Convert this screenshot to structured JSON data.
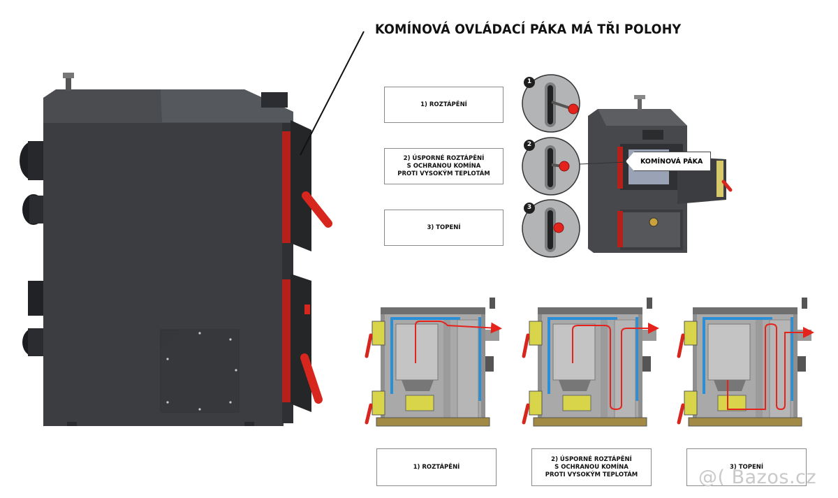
{
  "title": "KOMÍNOVÁ OVLÁDACÍ PÁKA MÁ TŘI POLOHY",
  "positions": [
    {
      "number": "1",
      "label": "1) ROZTÁPĚNÍ"
    },
    {
      "number": "2",
      "label": "2) ÚSPORNÉ ROZTÁPĚNÍ\nS OCHRANOU KOMÍNA\nPROTI VYSOKÝM TEPLOTÁM"
    },
    {
      "number": "3",
      "label": "3) TOPENÍ"
    }
  ],
  "callout": "KOMÍNOVÁ PÁKA",
  "watermark": "@( Bazos.cz",
  "colors": {
    "body": "#3b3d40",
    "accent_red": "#d7261e",
    "water_blue": "#2b8fd6",
    "insulation": "#d8d54a"
  }
}
